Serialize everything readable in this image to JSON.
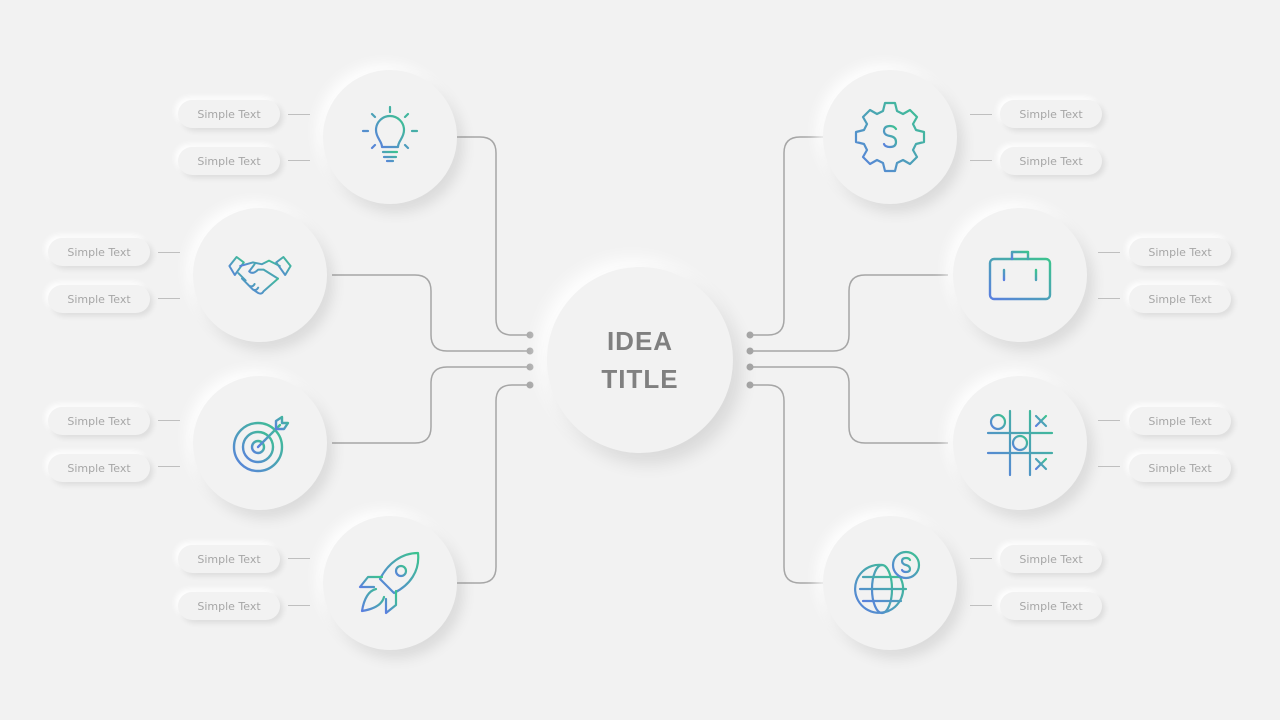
{
  "center": {
    "line1": "IDEA",
    "line2": "TITLE"
  },
  "colors": {
    "gradient_start": "#5b7fe0",
    "gradient_end": "#3cc48e",
    "connector": "#a6a6a6",
    "label_text": "#a6a6a6",
    "title_text": "#808080"
  },
  "nodes": [
    {
      "icon": "lightbulb-icon",
      "labels": [
        "Simple Text",
        "Simple Text"
      ]
    },
    {
      "icon": "handshake-icon",
      "labels": [
        "Simple Text",
        "Simple Text"
      ]
    },
    {
      "icon": "target-icon",
      "labels": [
        "Simple Text",
        "Simple Text"
      ]
    },
    {
      "icon": "rocket-icon",
      "labels": [
        "Simple Text",
        "Simple Text"
      ]
    },
    {
      "icon": "gear-dollar-icon",
      "labels": [
        "Simple Text",
        "Simple Text"
      ]
    },
    {
      "icon": "briefcase-icon",
      "labels": [
        "Simple Text",
        "Simple Text"
      ]
    },
    {
      "icon": "tic-tac-toe-icon",
      "labels": [
        "Simple Text",
        "Simple Text"
      ]
    },
    {
      "icon": "globe-dollar-icon",
      "labels": [
        "Simple Text",
        "Simple Text"
      ]
    }
  ]
}
